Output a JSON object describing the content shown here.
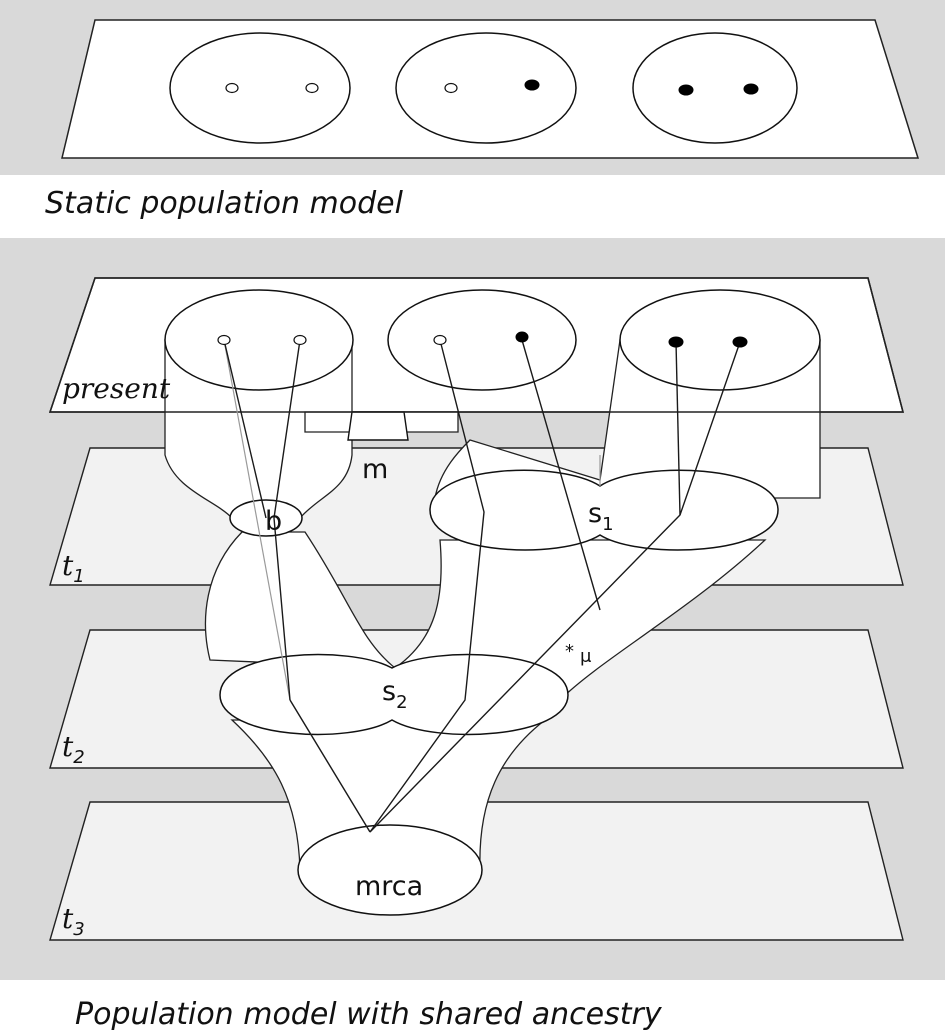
{
  "captions": {
    "static": "Static population model",
    "shared": "Population model with shared ancestry"
  },
  "planes": {
    "present": "present",
    "t1": "t",
    "t1_sub": "1",
    "t2": "t",
    "t2_sub": "2",
    "t3": "t",
    "t3_sub": "3"
  },
  "nodes": {
    "b": "b",
    "m": "m",
    "s1": "s",
    "s1_sub": "1",
    "s2": "s",
    "s2_sub": "2",
    "mrca": "mrca",
    "mu": "μ"
  },
  "colors": {
    "panel_background": "#d9d9d9",
    "plane": "#ffffff",
    "derived_allele": "#000000",
    "ancestral_allele": "#ffffff"
  }
}
